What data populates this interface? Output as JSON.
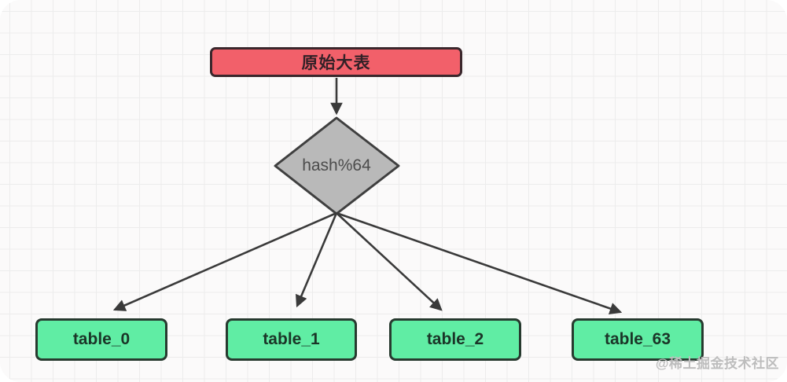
{
  "diagram": {
    "title_node": {
      "label": "原始大表"
    },
    "decision_node": {
      "label": "hash%64"
    },
    "table_nodes": [
      {
        "label": "table_0"
      },
      {
        "label": "table_1"
      },
      {
        "label": "table_2"
      },
      {
        "label": "table_63"
      }
    ],
    "watermark": "@稀土掘金技术社区",
    "colors": {
      "background": "#fbfafa",
      "grid_line": "#ececec",
      "arrow": "#3a3a3a",
      "root_fill": "#f2606a",
      "root_border": "#3a272c",
      "root_text": "#332127",
      "decision_fill": "#b9b9b9",
      "decision_border": "#3f3f3f",
      "decision_text": "#4c4c4c",
      "table_fill": "#60eda4",
      "table_border": "#273a2f",
      "table_text": "#1b3528",
      "watermark_color": "#bdbdbd"
    }
  }
}
